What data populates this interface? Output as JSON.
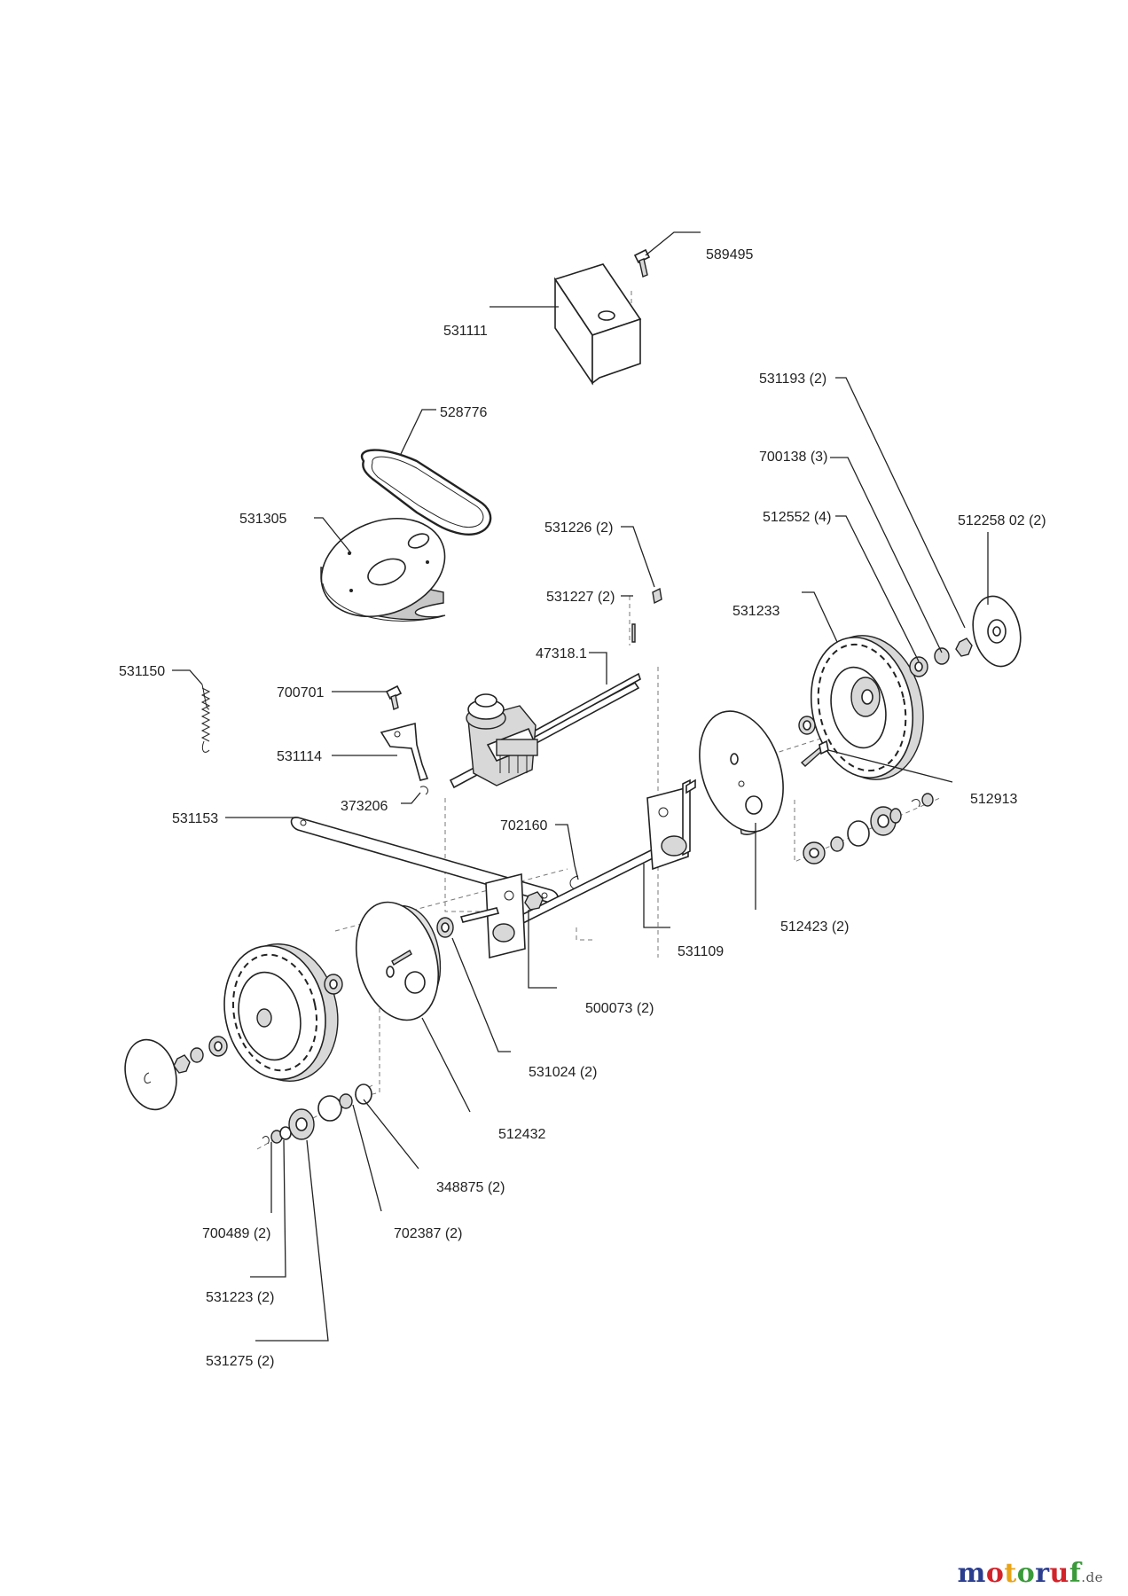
{
  "parts": [
    {
      "id": "589495",
      "label": "589495"
    },
    {
      "id": "531111",
      "label": "531111"
    },
    {
      "id": "531193",
      "label": "531193 (2)"
    },
    {
      "id": "528776",
      "label": "528776"
    },
    {
      "id": "700138",
      "label": "700138 (3)"
    },
    {
      "id": "531305",
      "label": "531305"
    },
    {
      "id": "531226",
      "label": "531226 (2)"
    },
    {
      "id": "512552",
      "label": "512552 (4)"
    },
    {
      "id": "51225802",
      "label": "512258 02 (2)"
    },
    {
      "id": "531227",
      "label": "531227 (2)"
    },
    {
      "id": "531233",
      "label": "531233"
    },
    {
      "id": "47318",
      "label": "47318.1"
    },
    {
      "id": "531150",
      "label": "531150"
    },
    {
      "id": "700701",
      "label": "700701"
    },
    {
      "id": "531114",
      "label": "531114"
    },
    {
      "id": "512913",
      "label": "512913"
    },
    {
      "id": "373206",
      "label": "373206"
    },
    {
      "id": "531153",
      "label": "531153"
    },
    {
      "id": "702160",
      "label": "702160"
    },
    {
      "id": "512423",
      "label": "512423 (2)"
    },
    {
      "id": "531109",
      "label": "531109"
    },
    {
      "id": "500073",
      "label": "500073 (2)"
    },
    {
      "id": "531024",
      "label": "531024 (2)"
    },
    {
      "id": "512432",
      "label": "512432"
    },
    {
      "id": "348875",
      "label": "348875 (2)"
    },
    {
      "id": "700489",
      "label": "700489 (2)"
    },
    {
      "id": "702387",
      "label": "702387 (2)"
    },
    {
      "id": "531223",
      "label": "531223 (2)"
    },
    {
      "id": "531275",
      "label": "531275 (2)"
    }
  ],
  "watermark": {
    "letters": [
      {
        "ch": "m",
        "color": "#2a3d8f"
      },
      {
        "ch": "o",
        "color": "#d2232a"
      },
      {
        "ch": "t",
        "color": "#e8a317"
      },
      {
        "ch": "o",
        "color": "#3a9a3a"
      },
      {
        "ch": "r",
        "color": "#2a3d8f"
      },
      {
        "ch": "u",
        "color": "#d2232a"
      },
      {
        "ch": "f",
        "color": "#3a9a3a"
      }
    ],
    "suffix": ".de"
  }
}
